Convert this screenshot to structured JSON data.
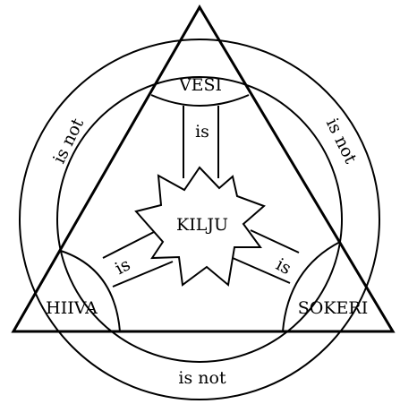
{
  "nodes": {
    "top": "VESI",
    "center": "KILJU",
    "left": "HIIVA",
    "right": "SOKERI"
  },
  "relations": {
    "is_top": "is",
    "is_left": "is",
    "is_right": "is",
    "is_not_left": "is not",
    "is_not_right": "is not",
    "is_not_bottom": "is not"
  }
}
